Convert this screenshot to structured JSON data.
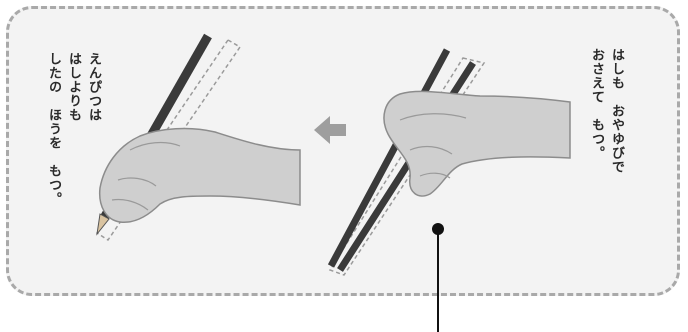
{
  "left_caption": {
    "lines": [
      "えんぴつは",
      "はしよりも",
      "したの　ほうを　もつ。"
    ]
  },
  "right_caption": {
    "lines": [
      "はしも　おやゆびで",
      "おさえて　もつ。"
    ]
  },
  "arrow": {
    "icon": "arrow-left-icon",
    "color": "#9e9e9e"
  },
  "colors": {
    "panel_bg": "#f3f3f3",
    "panel_border": "#a9a9a9",
    "hand": "#cfcfcf",
    "stick": "#3a3a3a",
    "highlight": "#999999"
  }
}
